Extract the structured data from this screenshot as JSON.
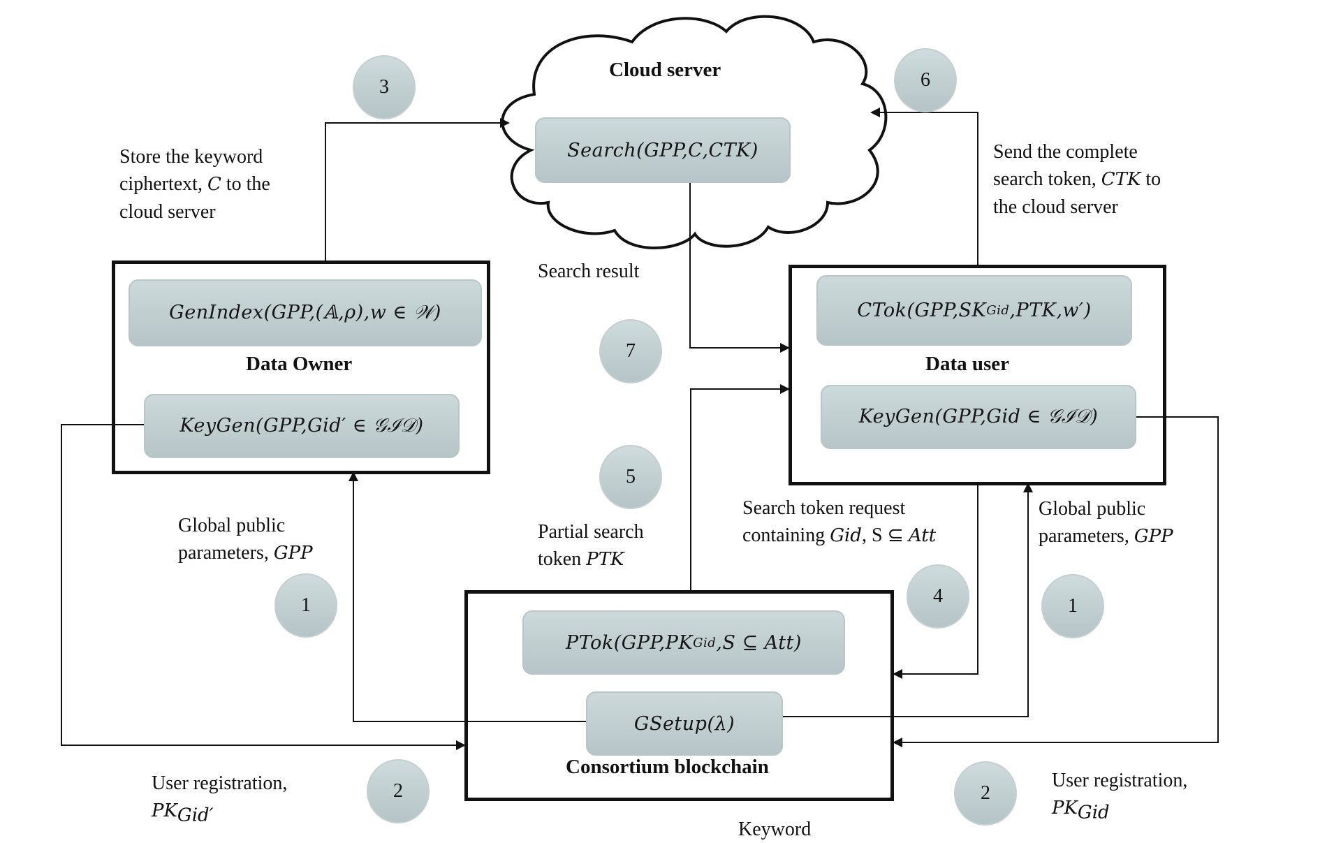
{
  "entities": {
    "cloud_server": {
      "title": "Cloud server",
      "function": "Search(GPP,C,CTK)"
    },
    "data_owner": {
      "title": "Data Owner",
      "functions": [
        "GenIndex(GPP,(𝔸,ρ),w ∈ 𝒲)",
        "KeyGen(GPP,Gid′ ∈ 𝒢ℐ𝒟)"
      ]
    },
    "data_user": {
      "title": "Data user",
      "functions": [
        "CTok(GPP,SK",
        "Gid",
        ",PTK,w′)",
        "KeyGen(GPP,Gid ∈ 𝒢ℐ𝒟)"
      ]
    },
    "consortium": {
      "title": "Consortium blockchain",
      "functions": [
        "PTok(GPP,PK",
        "Gid",
        ",S ⊆ Att)",
        "GSetup(λ)"
      ]
    }
  },
  "steps": [
    "1",
    "1",
    "2",
    "2",
    "3",
    "4",
    "5",
    "6",
    "7"
  ],
  "labels": {
    "store": {
      "line1": "Store the keyword",
      "line2a": "ciphertext, ",
      "line2m": "C",
      "line2b": " to the",
      "line3": "cloud server"
    },
    "send": {
      "line1": "Send the complete",
      "line2a": "search token, ",
      "line2m": "CTK",
      "line2b": " to",
      "line3": "the cloud server"
    },
    "search_result": "Search result",
    "gpp_left": {
      "line1": "Global public",
      "line2a": "parameters, ",
      "line2m": "GPP"
    },
    "gpp_right": {
      "line1": "Global public",
      "line2a": "parameters, ",
      "line2m": "GPP"
    },
    "partial": {
      "line1": "Partial search",
      "line2a": "token ",
      "line2m": "PTK"
    },
    "request": {
      "line1": "Search token request",
      "line2a": "containing ",
      "line2m": "Gid",
      "line2b": ", S ⊆ ",
      "line2m2": "Att"
    },
    "reg_left": {
      "line1": "User registration,",
      "pk": "PK",
      "sub": "Gid′"
    },
    "reg_right": {
      "line1": "User registration,",
      "pk": "PK",
      "sub": "Gid"
    },
    "keyword": "Keyword"
  },
  "colors": {
    "node_fill_top": "#cdd9da",
    "node_fill_bottom": "#b6c5c8",
    "line": "#111111"
  }
}
